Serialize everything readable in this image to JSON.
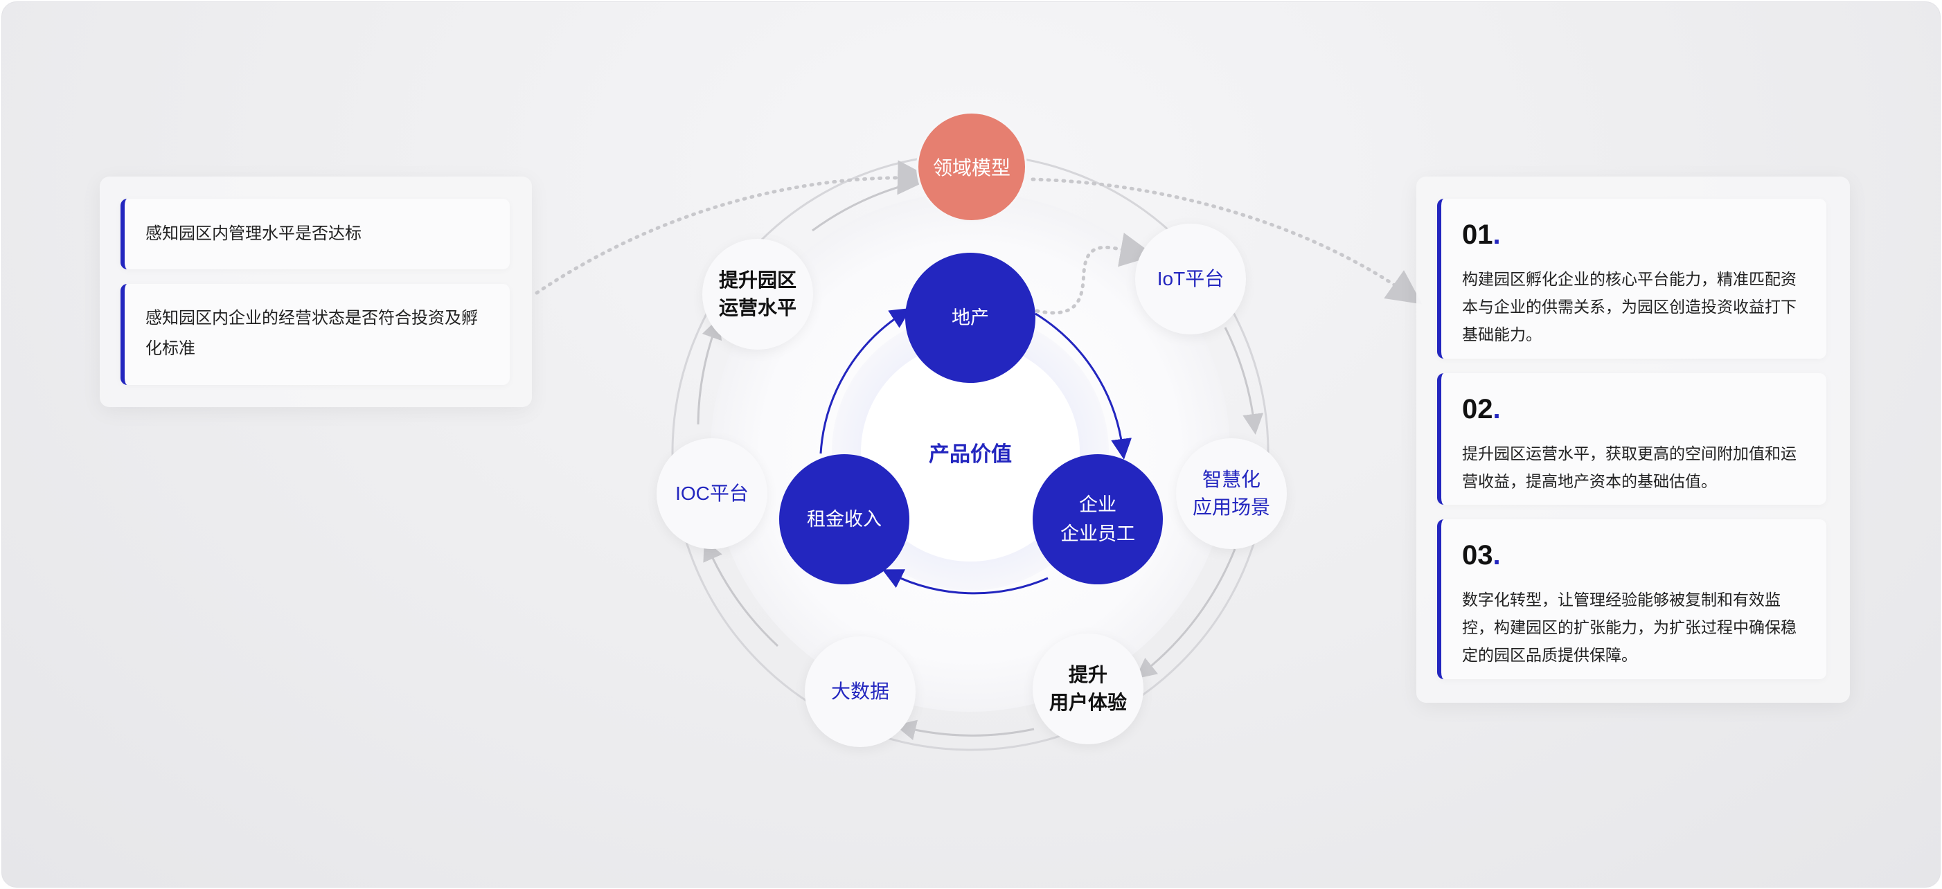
{
  "left_panel": {
    "items": [
      "感知园区内管理水平是否达标",
      "感知园区内企业的经营状态是否符合投资及孵化标准"
    ]
  },
  "diagram": {
    "center_label": "产品价值",
    "top_node": "领域模型",
    "core_nodes": {
      "top": "地产",
      "right_line1": "企业",
      "right_line2": "企业员工",
      "left": "租金收入"
    },
    "satellites": {
      "upgrade_ops_line1": "提升园区",
      "upgrade_ops_line2": "运营水平",
      "iot": "IoT平台",
      "smart_line1": "智慧化",
      "smart_line2": "应用场景",
      "ux_line1": "提升",
      "ux_line2": "用户体验",
      "bigdata": "大数据",
      "ioc": "IOC平台"
    },
    "colors": {
      "accent": "#2326bf",
      "top_node": "#e67f70"
    }
  },
  "right_panel": {
    "items": [
      {
        "num": "01",
        "text": "构建园区孵化企业的核心平台能力，精准匹配资本与企业的供需关系，为园区创造投资收益打下基础能力。"
      },
      {
        "num": "02",
        "text": "提升园区运营水平，获取更高的空间附加值和运营收益，提高地产资本的基础估值。"
      },
      {
        "num": "03",
        "text": "数字化转型，让管理经验能够被复制和有效监控，构建园区的扩张能力，为扩张过程中确保稳定的园区品质提供保障。"
      }
    ]
  }
}
